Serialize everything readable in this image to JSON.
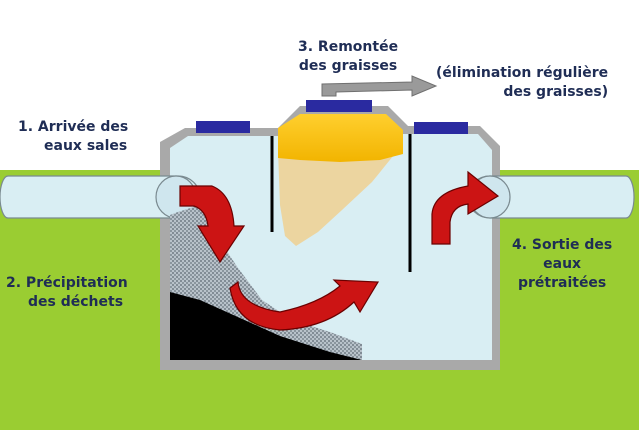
{
  "labels": {
    "step1_line1": "1.  Arrivée des",
    "step1_line2": "eaux sales",
    "step2_line1": "2. Précipitation",
    "step2_line2": "des déchets",
    "step3_line1": "3. Remontée",
    "step3_line2": "des graisses",
    "step3_note_line1": "(élimination régulière",
    "step3_note_line2": "des graisses)",
    "step4_line1": "4. Sortie des",
    "step4_line2": "eaux",
    "step4_line3": "prétraitées"
  },
  "colors": {
    "ground": "#9acd32",
    "water": "#d9eef3",
    "tank_wall": "#a9a9a9",
    "grease": "#ffc61a",
    "grease_plume": "#ecd5a0",
    "sludge": "#000000",
    "sediment": "#9aa6b0",
    "arrow": "#cc1414",
    "lid": "#2a2aa0",
    "text": "#1f2d55"
  }
}
